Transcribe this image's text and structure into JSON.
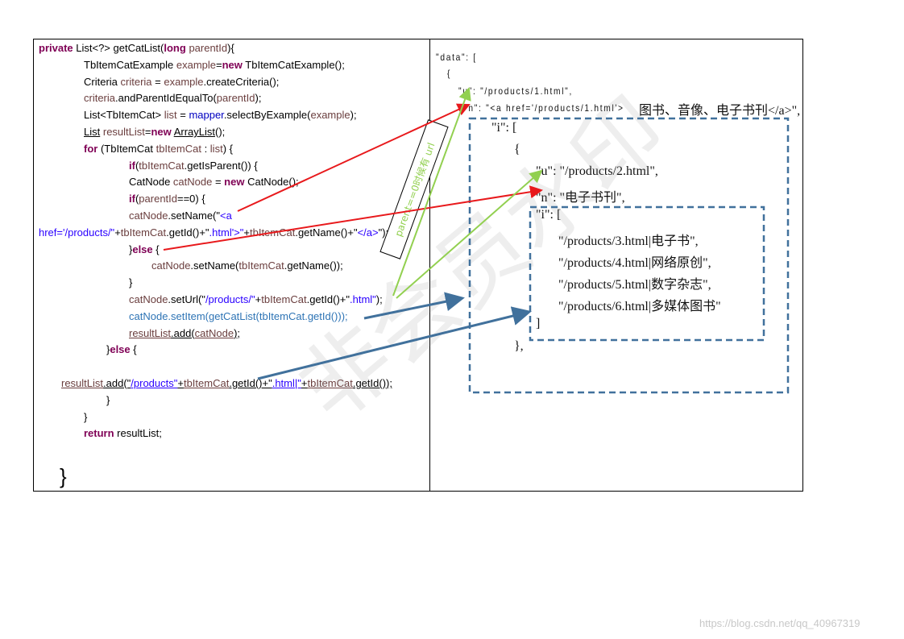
{
  "code": {
    "l1": {
      "kw1": "private",
      "t1": " List<?> getCatList(",
      "kw2": "long",
      "p": "parentId",
      "t2": "){"
    },
    "l2": {
      "t1": "TbItemCatExample ",
      "v": "example",
      "t2": "=",
      "kw": "new",
      "t3": " TbItemCatExample();"
    },
    "l3": {
      "t1": "Criteria ",
      "v1": "criteria",
      "t2": " = ",
      "v2": "example",
      "t3": ".createCriteria();"
    },
    "l4": {
      "v1": "criteria",
      "t1": ".andParentIdEqualTo(",
      "v2": "parentId",
      "t2": ");"
    },
    "l5": {
      "t1": "List<TbItemCat> ",
      "v1": "list",
      "t2": " = ",
      "f": "mapper",
      "t3": ".selectByExample(",
      "v2": "example",
      "t4": ");"
    },
    "l6": {
      "t1": "List",
      "sp": " ",
      "v": "resultList",
      "t2": "=",
      "kw": "new",
      "sp2": " ",
      "t3": "ArrayList",
      "t4": "();"
    },
    "l7": {
      "kw": "for",
      "t1": " (TbItemCat ",
      "v1": "tbItemCat",
      "t2": " : ",
      "v2": "list",
      "t3": ") {"
    },
    "l8": {
      "kw": "if",
      "t1": "(",
      "v": "tbItemCat",
      "t2": ".getIsParent()) {"
    },
    "l9": {
      "t1": "CatNode ",
      "v": "catNode",
      "t2": " = ",
      "kw": "new",
      "t3": " CatNode();"
    },
    "l10": {
      "kw": "if",
      "t1": "(",
      "v": "parentId",
      "t2": "==0) {"
    },
    "l11": {
      "v": "catNode",
      "t1": ".setName(\"",
      "s": "<a"
    },
    "l12": {
      "s1": "href='/products/\"",
      "t1": "+",
      "v1": "tbItemCat",
      "t2": ".getId()+\"",
      "s2": ".html'>\"",
      "t3": "+",
      "v2": "tbItemCat",
      "t4": ".getName()+\"",
      "s3": "</a>",
      "t5": "\");"
    },
    "l13": {
      "t1": "}",
      "kw": "else",
      "t2": " {"
    },
    "l14": {
      "v1": "catNode",
      "t1": ".setName(",
      "v2": "tbItemCat",
      "t2": ".getName());"
    },
    "l15": {
      "t1": "}"
    },
    "l16": {
      "v1": "catNode",
      "t1": ".setUrl(\"",
      "s": "/products/\"",
      "t2": "+",
      "v2": "tbItemCat",
      "t3": ".getId()+\"",
      "s2": ".html\"",
      "t4": ");"
    },
    "l17": {
      "t": "catNode.setItem(getCatList(tbItemCat.getId()));"
    },
    "l18": {
      "v": "resultList",
      "t1": ".add(",
      "v2": "catNode",
      "t2": ");"
    },
    "l19": {
      "t1": "}",
      "kw": "else",
      "t2": " {"
    },
    "l20": {
      "v": "resultList",
      "t1": ".add(\"",
      "s1": "/products\"",
      "t2": "+",
      "v2": "tbItemCat",
      "t3": ".getId()+\"",
      "s2": ".html|\"",
      "t4": "+",
      "v3": "tbItemCat",
      "t5": ".getId());"
    },
    "l21": {
      "t": "}"
    },
    "l22": {
      "t": "}"
    },
    "l23": {
      "kw": "return",
      "t": " resultList;"
    },
    "l24": {
      "t": "}"
    }
  },
  "json": {
    "j1": "\"data\": [",
    "j2": "{",
    "j3": "\"u\": \"/products/1.html\",",
    "j4a": "\"n\": \"<a href='/products/1.html'>",
    "j4b": "图书、音像、电子书刊</a>\",",
    "j5": "\"i\": [",
    "j6": "{",
    "j7": "\"u\": \"/products/2.html\",",
    "j8": "\"n\": \"电子书刊\",",
    "j9": "\"i\": [",
    "j10": "\"/products/3.html|电子书\",",
    "j11": "\"/products/4.html|网络原创\",",
    "j12": "\"/products/5.html|数字杂志\",",
    "j13": "\"/products/6.html|多媒体图书\"",
    "j14": "]",
    "j15": "},"
  },
  "annotation": "parent==0时候有 url",
  "watermark": "非会员水印",
  "credit": "https://blog.csdn.net/qq_40967319",
  "colors": {
    "red": "#e8191c",
    "green": "#92d050",
    "blue": "#41719c",
    "keyword": "#7f0055",
    "string": "#2a00ff",
    "variable": "#6a3e3e",
    "field": "#0000c0"
  }
}
